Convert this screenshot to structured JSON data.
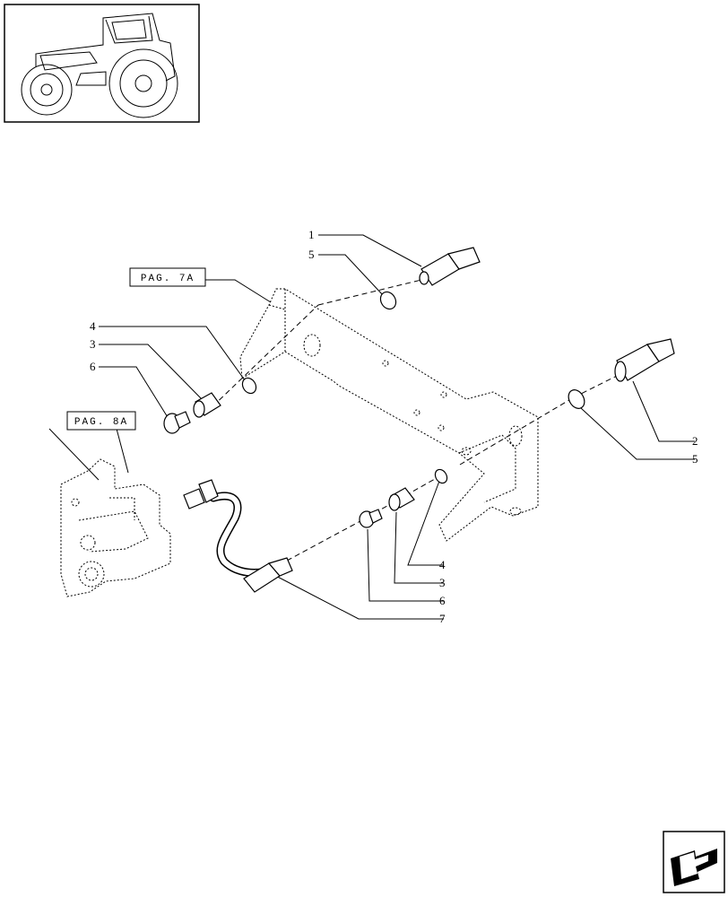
{
  "refs": {
    "pag_7a": "PAG. 7A",
    "pag_8a": "PAG. 8A"
  },
  "callouts": {
    "c1": "1",
    "c5_top": "5",
    "c4_left": "4",
    "c3_left": "3",
    "c6_left": "6",
    "c2_right": "2",
    "c5_right": "5",
    "c4_mid": "4",
    "c3_mid": "3",
    "c6_mid": "6",
    "c7": "7"
  },
  "icons": {
    "thumbnail": "tractor-icon",
    "navigation": "next-page-arrow-icon"
  }
}
